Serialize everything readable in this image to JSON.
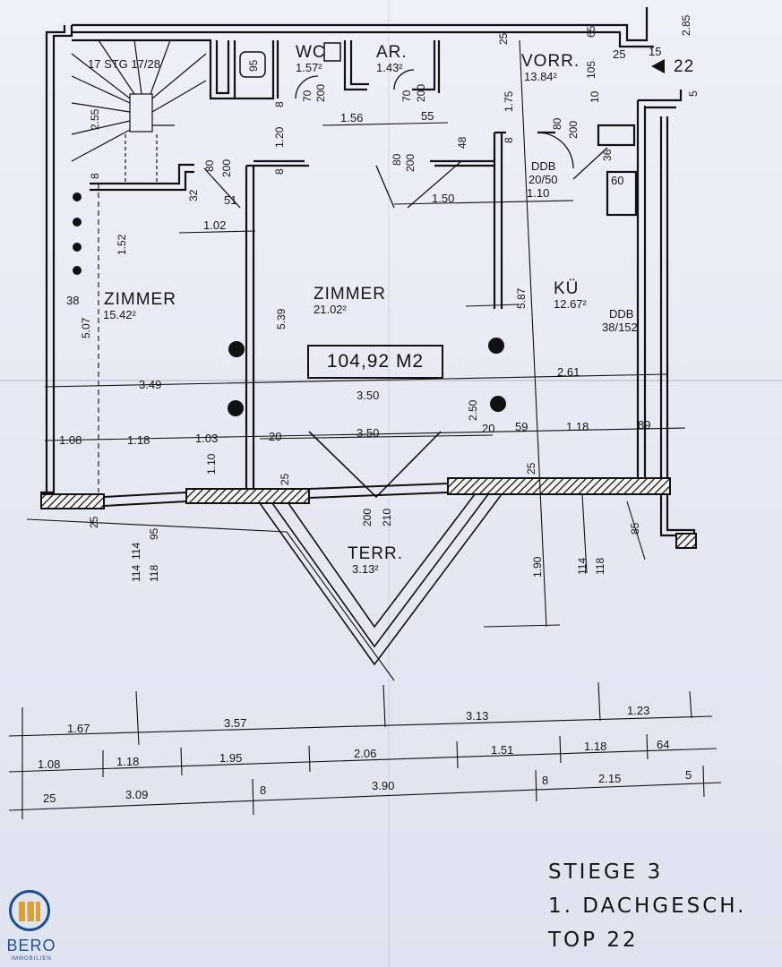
{
  "rooms": {
    "stair": {
      "label": "17 STG 17/28"
    },
    "wc": {
      "label": "WC",
      "area": "1.57²"
    },
    "ar": {
      "label": "AR.",
      "area": "1.43²"
    },
    "vorr": {
      "label": "VORR.",
      "area": "13.84²"
    },
    "zimmer1": {
      "label": "ZIMMER",
      "area": "15.42²"
    },
    "zimmer2": {
      "label": "ZIMMER",
      "area": "21.02²"
    },
    "kueche": {
      "label": "KÜ",
      "area": "12.67²"
    },
    "terrasse": {
      "label": "TERR.",
      "area": "3.13²"
    }
  },
  "total_area": "104,92 M2",
  "ddb": {
    "ddb1_label": "DDB",
    "ddb1_value": "20/50",
    "ddb2_label": "DDB",
    "ddb2_value": "38/152",
    "box_60": "60"
  },
  "unit_marker": "22",
  "dims_horizontal": {
    "d156": "1.56",
    "d55": "55",
    "d102": "1.02",
    "d51": "51",
    "d38": "38",
    "d150": "1.50",
    "d110": "1.10",
    "d349": "3.49",
    "d350a": "3.50",
    "d261": "2.61",
    "d108": "1.08",
    "d118a": "1.18",
    "d103": "1.03",
    "d20a": "20",
    "d350b": "3.50",
    "d20b": "20",
    "d59": "59",
    "d118b": "1.18",
    "d89": "89",
    "d25vorr": "25",
    "d15": "15"
  },
  "dims_vertical": {
    "v25": "25",
    "v95": "95",
    "v70a": "70",
    "v200a": "200",
    "v70b": "70",
    "v200b": "200",
    "v8a": "8",
    "v120": "1.20",
    "v8b": "8",
    "v175": "1.75",
    "v25top": "25",
    "v65": "65",
    "v105": "105",
    "v10": "10",
    "v285": "2.85",
    "v5": "5",
    "v80a": "80",
    "v200c": "200",
    "v48": "48",
    "v8c": "8",
    "v80b": "80",
    "v200d": "200",
    "v80c": "80",
    "v200e": "200",
    "v32": "32",
    "v255": "2.55",
    "v8stair": "8",
    "v152": "1.52",
    "v507": "5.07",
    "v539": "5.39",
    "v587": "5.87",
    "v250": "2.50",
    "v110": "1.10",
    "v25mid": "25",
    "v25k": "25",
    "v36": "36",
    "v25low": "25",
    "v114a": "114",
    "v95low": "95",
    "v114b": "114",
    "v118a": "118",
    "v200t": "200",
    "v210": "210",
    "v190": "1.90",
    "v114c": "114",
    "v118b": "118",
    "v85": "85"
  },
  "bottom_chain_1": [
    "1.67",
    "3.57",
    "3.13",
    "1.23"
  ],
  "bottom_chain_2": [
    "1.08",
    "1.18",
    "1.95",
    "2.06",
    "1.51",
    "1.18",
    "64"
  ],
  "bottom_chain_3": [
    "25",
    "3.09",
    "8",
    "3.90",
    "8",
    "2.15",
    "5"
  ],
  "title_block": {
    "line1": "STIEGE 3",
    "line2": "1. DACHGESCH.",
    "line3": "TOP 22"
  },
  "logo": {
    "name": "BERO",
    "sub": "IMMOBILIEN"
  }
}
